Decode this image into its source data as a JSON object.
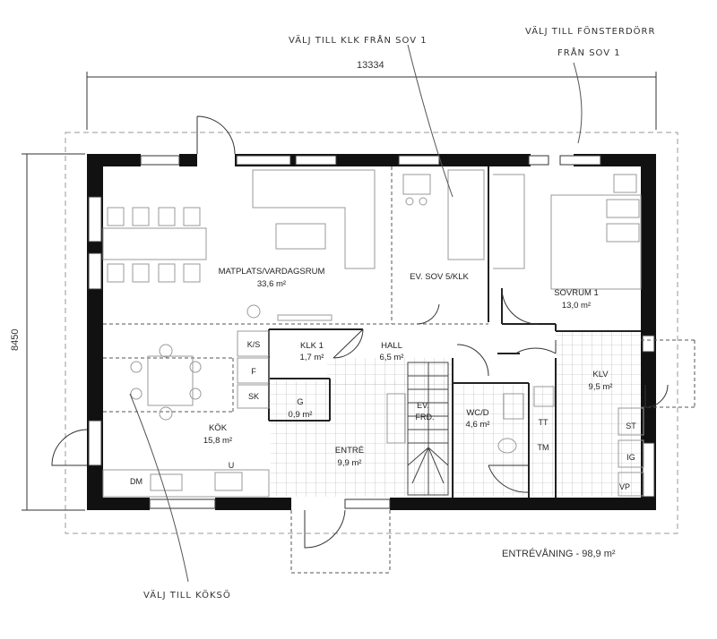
{
  "dimensions": {
    "width_label": "13334",
    "height_label": "8450"
  },
  "notes": {
    "klk": "VÄLJ TILL KLK FRÅN SOV 1",
    "door_line1": "VÄLJ TILL FÖNSTERDÖRR",
    "door_line2": "FRÅN SOV 1",
    "kitchen": "VÄLJ TILL KÖKSÖ"
  },
  "rooms": {
    "living": {
      "name": "MATPLATS/VARDAGSRUM",
      "area": "33,6 m²"
    },
    "sov5": {
      "name": "EV. SOV 5/KLK"
    },
    "sovrum1": {
      "name": "SOVRUM 1",
      "area": "13,0 m²"
    },
    "klk1": {
      "name": "KLK 1",
      "area": "1,7 m²"
    },
    "hall": {
      "name": "HALL",
      "area": "6,5 m²"
    },
    "klv": {
      "name": "KLV",
      "area": "9,5 m²"
    },
    "kok": {
      "name": "KÖK",
      "area": "15,8 m²"
    },
    "g": {
      "name": "G",
      "area": "0,9 m²"
    },
    "entre": {
      "name": "ENTRÉ",
      "area": "9,9 m²"
    },
    "wcd": {
      "name": "WC/D",
      "area": "4,6 m²"
    },
    "evfrd1": "EV.",
    "evfrd2": "FRD."
  },
  "fixtures": {
    "ks": "K/S",
    "f": "F",
    "sk": "SK",
    "dm": "DM",
    "u": "U",
    "tt": "TT",
    "tm": "TM",
    "st": "ST",
    "ig": "IG",
    "vp": "VP"
  },
  "footer": "ENTRÉVÅNING - 98,9 m²"
}
